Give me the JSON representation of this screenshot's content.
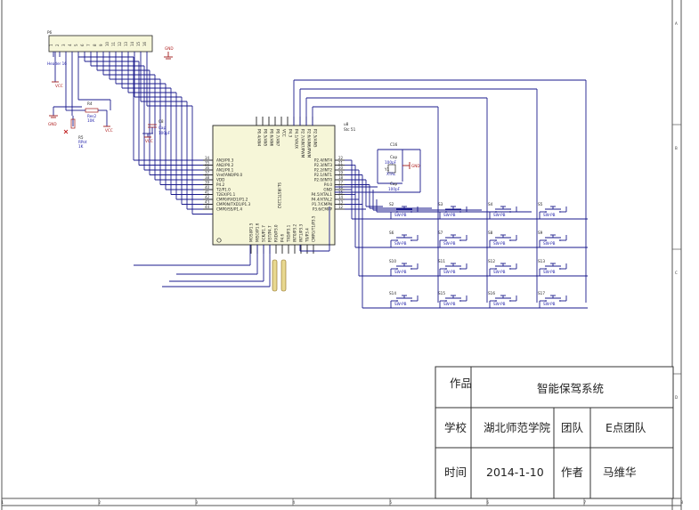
{
  "title_block": {
    "work_label": "作品",
    "work_value": "智能保驾系统",
    "school_label": "学校",
    "school_value": "湖北师范学院",
    "team_label": "团队",
    "team_value": "E点团队",
    "time_label": "时间",
    "time_value": "2014-1-10",
    "author_label": "作者",
    "author_value": "马维华"
  },
  "border": {
    "columns": [
      "1",
      "2",
      "3",
      "4",
      "5",
      "6",
      "7",
      "8"
    ],
    "rows": [
      "A",
      "B",
      "C",
      "D"
    ]
  },
  "header_connector": {
    "ref": "P6",
    "name": "Header 16",
    "pins": [
      "1",
      "2",
      "3",
      "4",
      "5",
      "6",
      "7",
      "8",
      "9",
      "10",
      "11",
      "12",
      "13",
      "14",
      "15",
      "16"
    ]
  },
  "power": {
    "gnd": "GND",
    "vcc": "VCC"
  },
  "components": {
    "r4_ref": "R4",
    "r4_name": "Res2",
    "r4_value": "10K",
    "r5_ref": "R5",
    "r5_name": "RPot",
    "r5_value": "1K",
    "c_ref": "C8",
    "c_name": "Cap",
    "c_value": "100pF",
    "c16_ref": "C16",
    "c16_name": "Cap",
    "c16_value": "100pF",
    "y1_ref": "Y1",
    "y1_name": "XTAL",
    "c15_name": "Cap",
    "c15_value": "100pF",
    "mcu_ref": "u8",
    "mcu_name": "Stc 51",
    "mcu_part": "SL:IRSTC12X2"
  },
  "mcu_left_pins": [
    {
      "no": "34",
      "label": "AN3/P0.3"
    },
    {
      "no": "35",
      "label": "AN2/P0.2"
    },
    {
      "no": "36",
      "label": "AN1/P0.1"
    },
    {
      "no": "37",
      "label": "Vref/AN0/P0.0"
    },
    {
      "no": "38",
      "label": "VDD"
    },
    {
      "no": "39",
      "label": "P4.2"
    },
    {
      "no": "40",
      "label": "T2/P1.0"
    },
    {
      "no": "41",
      "label": "T2EX/P1.1"
    },
    {
      "no": "42",
      "label": "CMP0/RXD1/P1.2"
    },
    {
      "no": "43",
      "label": "CMP0N/TXD1/P1.3"
    },
    {
      "no": "44",
      "label": "CMP0/SS/P1.4"
    }
  ],
  "mcu_right_pins": [
    {
      "no": "22",
      "label": "P2.4/INT4"
    },
    {
      "no": "21",
      "label": "P2.3/INT3"
    },
    {
      "no": "20",
      "label": "P2.2/INT2"
    },
    {
      "no": "19",
      "label": "P2.1/INT1"
    },
    {
      "no": "18",
      "label": "P2.0/INT0"
    },
    {
      "no": "17",
      "label": "P4.0"
    },
    {
      "no": "16",
      "label": "GND"
    },
    {
      "no": "15",
      "label": "P4.5/XTAL1"
    },
    {
      "no": "14",
      "label": "P4.4/XTAL2"
    },
    {
      "no": "13",
      "label": "P1.7/CMPN"
    },
    {
      "no": "12",
      "label": "P3.6/CMPP"
    }
  ],
  "mcu_top_pins": [
    "P0.4/AN4",
    "P0.5/AN5",
    "P0.6/AN6",
    "P0.7/AN7",
    "VCC",
    "P4.3",
    "P4.1/VAUX",
    "P2.7/AIN7/PWM",
    "P2.6/AIN6/PWM",
    "P2.5/AIN5"
  ],
  "mcu_bottom_pins": [
    "MOSI/P1.5",
    "MISO/P1.6",
    "SCK/P1.7",
    "RST/P4.7",
    "RXD/P3.0",
    "P4.6",
    "TXD/P3.1",
    "INT0/P3.2",
    "INT1/P3.3",
    "T0/P3.4",
    "CMPO/T1/P3.5"
  ],
  "switches": [
    {
      "ref": "S2",
      "name": "SW-PB"
    },
    {
      "ref": "S3",
      "name": "SW-PB"
    },
    {
      "ref": "S4",
      "name": "SW-PB"
    },
    {
      "ref": "S5",
      "name": "SW-PB"
    },
    {
      "ref": "S6",
      "name": "SW-PB"
    },
    {
      "ref": "S7",
      "name": "SW-PB"
    },
    {
      "ref": "S8",
      "name": "SW-PB"
    },
    {
      "ref": "S9",
      "name": "SW-PB"
    },
    {
      "ref": "S10",
      "name": "SW-PB"
    },
    {
      "ref": "S11",
      "name": "SW-PB"
    },
    {
      "ref": "S12",
      "name": "SW-PB"
    },
    {
      "ref": "S13",
      "name": "SW-PB"
    },
    {
      "ref": "S14",
      "name": "SW-PB"
    },
    {
      "ref": "S15",
      "name": "SW-PB"
    },
    {
      "ref": "S16",
      "name": "SW-PB"
    },
    {
      "ref": "S17",
      "name": "SW-PB"
    }
  ]
}
